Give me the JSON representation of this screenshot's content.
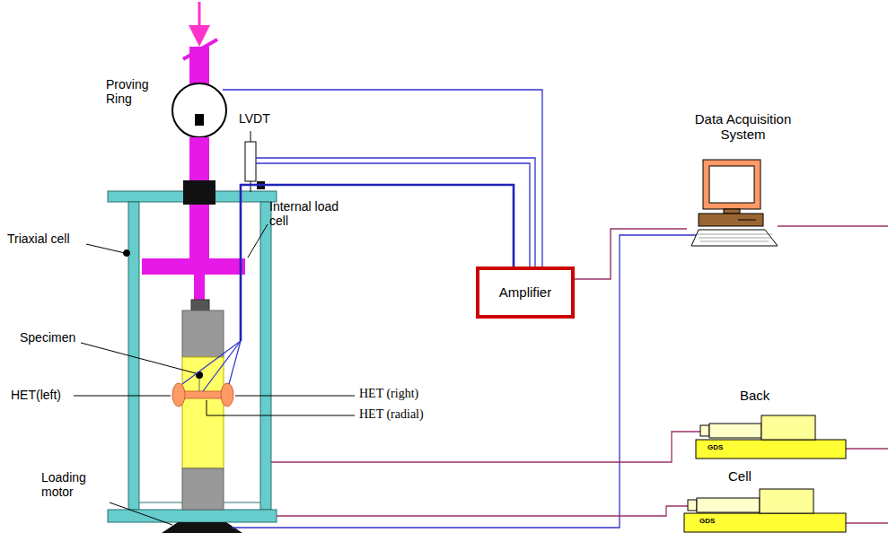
{
  "diagram": {
    "nodes": [
      {
        "text": [
          "Data Acquisition System"
        ]
      },
      {
        "text": [
          "Amplifier"
        ]
      },
      {
        "text": [
          "Back",
          "GDS"
        ]
      },
      {
        "text": [
          "Cell",
          "GDS"
        ]
      }
    ],
    "edges": [
      {
        "from": 1,
        "to": 0,
        "arrow": "none"
      }
    ],
    "labels": [
      "Proving Ring",
      "LVDT",
      "Triaxial cell",
      "Internal load cell",
      "Specimen",
      "HET(left)",
      "HET (right)",
      "HET (radial)",
      "Loading motor"
    ]
  }
}
